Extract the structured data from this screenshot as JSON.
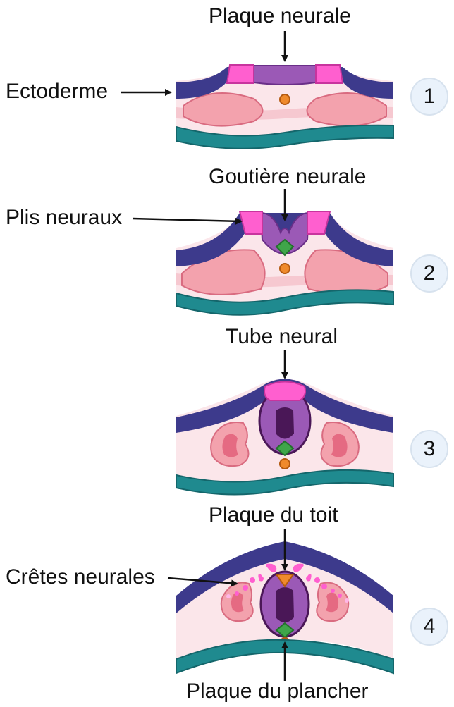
{
  "labels": {
    "plaque_neurale": "Plaque neurale",
    "ectoderme": "Ectoderme",
    "gouttiere_neurale": "Goutière neurale",
    "plis_neuraux": "Plis neuraux",
    "tube_neural": "Tube neural",
    "plaque_du_toit": "Plaque du toit",
    "cretes_neurales": "Crêtes neurales",
    "plaque_du_plancher": "Plaque du plancher"
  },
  "stages": [
    "1",
    "2",
    "3",
    "4"
  ],
  "colors": {
    "ectoderm": "#3d3a8c",
    "neural_plate": "#9b59b6",
    "neural_fold": "#ff5fcf",
    "mesoderm_fill": "#fbe6ea",
    "somite": "#f3a2ad",
    "endoderm": "#1f8a8f",
    "notochord": "#ef8a2c",
    "floor_plate": "#3fa64a",
    "lumen": "#4a1757"
  }
}
